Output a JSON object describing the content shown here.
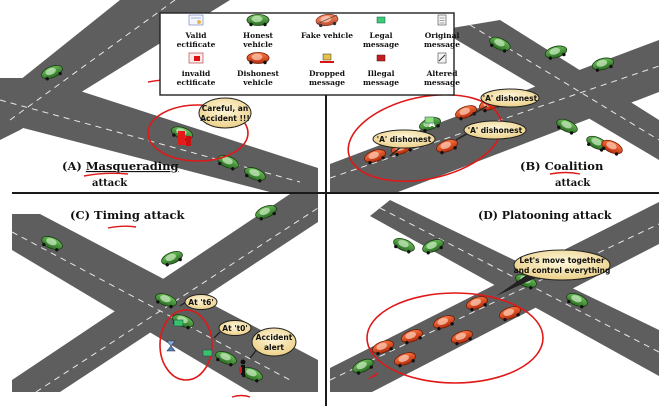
{
  "legend": {
    "items": [
      {
        "label_lines": [
          "Valid",
          "ectificate"
        ],
        "icon": "valid-certificate-icon"
      },
      {
        "label_lines": [
          "Honest",
          "vehicle"
        ],
        "icon": "honest-vehicle-icon"
      },
      {
        "label_lines": [
          "Fake vehicle"
        ],
        "icon": "fake-vehicle-icon"
      },
      {
        "label_lines": [
          "Legal",
          "message"
        ],
        "icon": "legal-message-icon"
      },
      {
        "label_lines": [
          "Original",
          "message"
        ],
        "icon": "original-message-icon"
      },
      {
        "label_lines": [
          "invalid",
          "ectificate"
        ],
        "icon": "invalid-certificate-icon"
      },
      {
        "label_lines": [
          "Dishonest",
          "vehicle"
        ],
        "icon": "dishonest-vehicle-icon"
      },
      {
        "label_lines": [
          "Dropped",
          "message"
        ],
        "icon": "dropped-message-icon"
      },
      {
        "label_lines": [
          "Illegal",
          "message"
        ],
        "icon": "illegal-message-icon"
      },
      {
        "label_lines": [
          "Altered",
          "message"
        ],
        "icon": "altered-message-icon"
      }
    ]
  },
  "panels": {
    "a": {
      "label_prefix": "(A) ",
      "label_word": "Masquerading",
      "label_line2": "attack",
      "bubble_lines": [
        "Careful, an",
        "Accident !!!"
      ]
    },
    "b": {
      "label_prefix": "(B) ",
      "label_word": "Coalition",
      "label_line2": "attack",
      "bubbles": [
        "'A' dishonest",
        "'A' dishonest",
        "'A' dishonest"
      ],
      "car_letter": "A"
    },
    "c": {
      "label_prefix": "(C) ",
      "label_word": "Timing attack",
      "bubbles": [
        "At 't6'",
        "At 't0'"
      ],
      "alert_lines": [
        "Accident",
        "alert"
      ]
    },
    "d": {
      "label": "(D) Platooning attack",
      "bubble_lines": [
        "Let's move together",
        "and control everything"
      ]
    }
  },
  "colors": {
    "road": "#5b5b5b",
    "lane_marking": "#e8e8e8",
    "honest_vehicle": "#3f8a32",
    "dishonest_vehicle": "#d9471c",
    "highlight_circle": "#e01818",
    "bubble_fill": "#f4e7b4",
    "divider": "#1a1a1a"
  }
}
